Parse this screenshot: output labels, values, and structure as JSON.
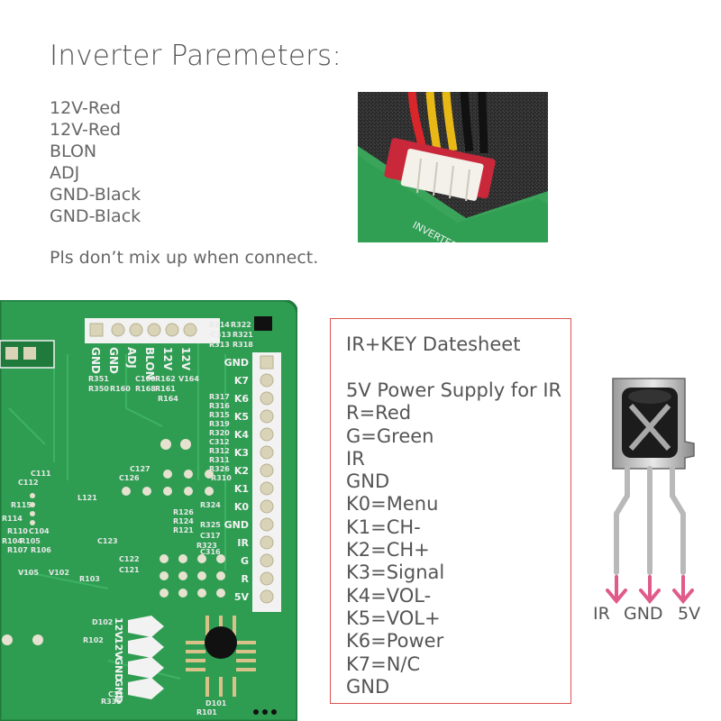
{
  "inverter": {
    "title": "Inverter Paremeters:",
    "wires": [
      "12V-Red",
      "12V-Red",
      "BLON",
      "ADJ",
      "GND-Black",
      "GND-Black"
    ],
    "note": "Pls don’t mix up when connect."
  },
  "connector_photo": {
    "label": "INVERTER"
  },
  "pcb": {
    "header_labels": [
      "GND",
      "GND",
      "ADJ",
      "BLON",
      "12V",
      "12V"
    ],
    "side_labels": [
      "GND",
      "K7",
      "K6",
      "K5",
      "K4",
      "K3",
      "K2",
      "K1",
      "K0",
      "GND",
      "IR",
      "G",
      "R",
      "5V"
    ],
    "power_labels": [
      "12V",
      "12V",
      "GND",
      "GND"
    ],
    "designators": [
      "R314",
      "R322",
      "C313",
      "R321",
      "R313",
      "R318",
      "R351",
      "R350",
      "R160",
      "C160",
      "R162",
      "V164",
      "R168",
      "R161",
      "R164",
      "R317",
      "R316",
      "R315",
      "R319",
      "R320",
      "C312",
      "R312",
      "R311",
      "R326",
      "R310",
      "C127",
      "C126",
      "C111",
      "C112",
      "R115",
      "R114",
      "R110",
      "C104",
      "R104",
      "R105",
      "R107",
      "R106",
      "L121",
      "R126",
      "R124",
      "R121",
      "R324",
      "R325",
      "R323",
      "C317",
      "C316",
      "C123",
      "C122",
      "C121",
      "V105",
      "V102",
      "R103",
      "D102",
      "R102",
      "C31",
      "R335",
      "D101",
      "R101"
    ],
    "colors": {
      "board": "#2e9d52",
      "board_dark": "#1f7a3c",
      "silk": "#f2f2f2",
      "pad": "#d9d3b8"
    }
  },
  "datasheet": {
    "title": "IR+KEY Datesheet",
    "lines": [
      "5V Power Supply for IR",
      "R=Red",
      "G=Green",
      "IR",
      "GND",
      "K0=Menu",
      "K1=CH-",
      "K2=CH+",
      "K3=Signal",
      "K4=VOL-",
      "K5=VOL+",
      "K6=Power",
      "K7=N/C",
      "GND"
    ],
    "border_color": "#d9534f"
  },
  "ir_sensor": {
    "pins": [
      "IR",
      "GND",
      "5V"
    ],
    "arrow_color": "#e05a8a"
  }
}
